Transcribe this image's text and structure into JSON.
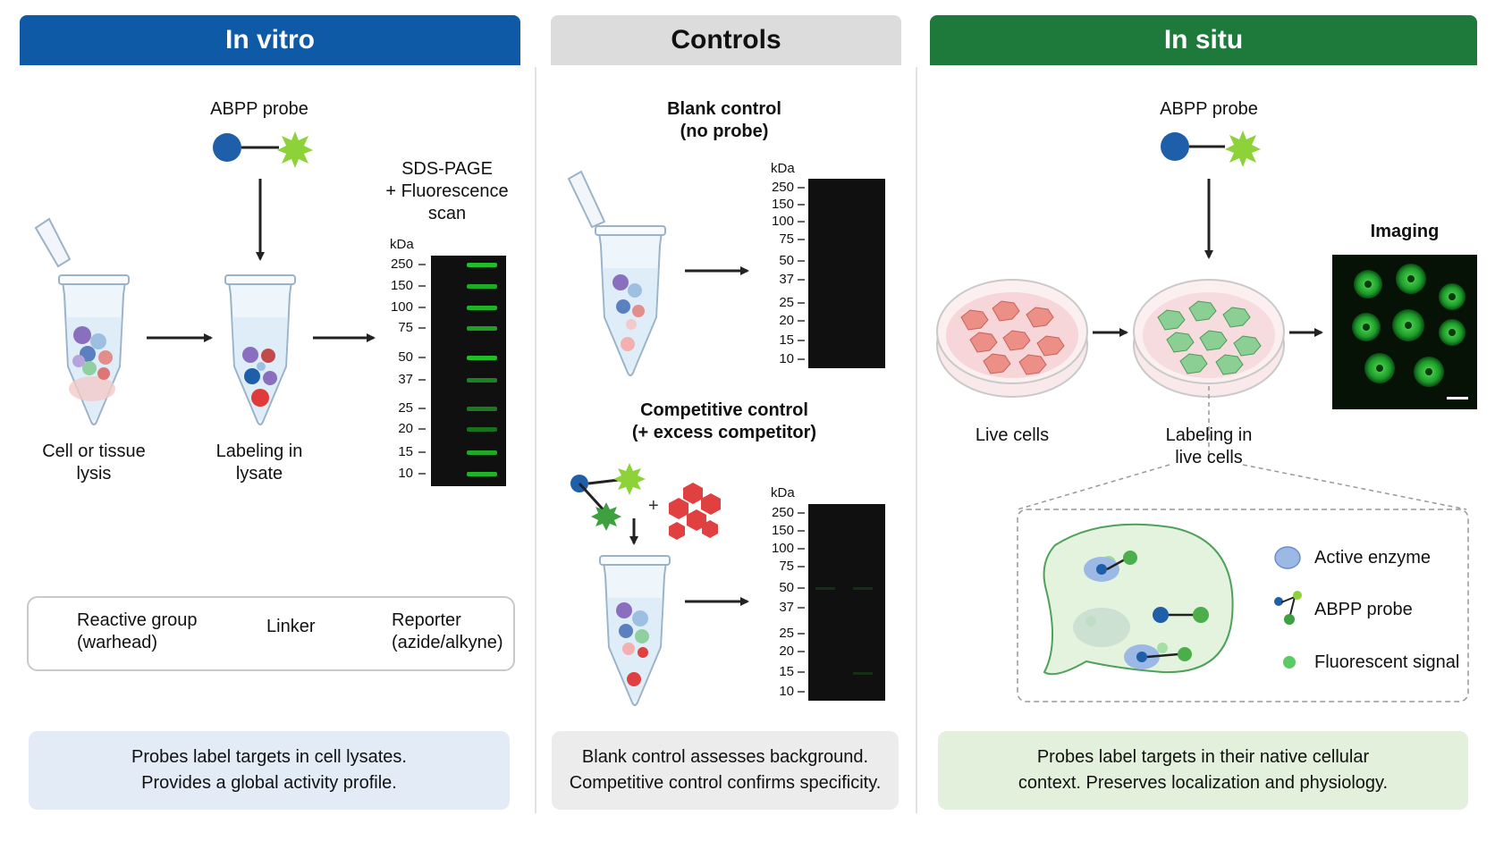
{
  "panels": {
    "in_vitro": {
      "title": "In vitro",
      "probe_label": "ABPP probe",
      "step1_label": [
        "Cell or tissue",
        "lysis"
      ],
      "step2_label": [
        "Labeling in",
        "lysate"
      ],
      "gel_title": [
        "SDS-PAGE",
        "+ Fluorescence",
        "scan"
      ],
      "summary": [
        "Probes label targets in cell lysates.",
        "Provides a global activity profile."
      ]
    },
    "controls": {
      "title": "Controls",
      "blank_title": [
        "Blank control",
        "(no probe)"
      ],
      "competitive_title": [
        "Competitive control",
        "(+ excess competitor)"
      ],
      "plus_sign": "+",
      "summary": [
        "Blank control assesses background.",
        "Competitive control confirms specificity."
      ]
    },
    "in_situ": {
      "title": "In situ",
      "probe_label": "ABPP probe",
      "imaging_label": "Imaging",
      "live_cells_label": "Live cells",
      "labeling_label": [
        "Labeling in",
        "live cells"
      ],
      "inset_legend": [
        "Active enzyme",
        "ABPP probe",
        "Fluorescent signal"
      ],
      "summary": [
        "Probes label targets in their native cellular",
        "context. Preserves localization and physiology."
      ]
    }
  },
  "gel": {
    "unit": "kDa",
    "markers": [
      "250",
      "150",
      "100",
      "75",
      "50",
      "37",
      "25",
      "20",
      "15",
      "10"
    ]
  },
  "legend": {
    "reactive": [
      "Reactive group",
      "(warhead)"
    ],
    "linker": "Linker",
    "reporter": [
      "Reporter",
      "(azide/alkyne)"
    ]
  },
  "colors": {
    "in_vitro_header": "#0f5aa6",
    "controls_header": "#dcdcdc",
    "in_situ_header": "#1d7a3a",
    "warhead": "#1f5ea8",
    "reporter": "#8ed23a",
    "fluorescent_band": "#22d12a"
  }
}
